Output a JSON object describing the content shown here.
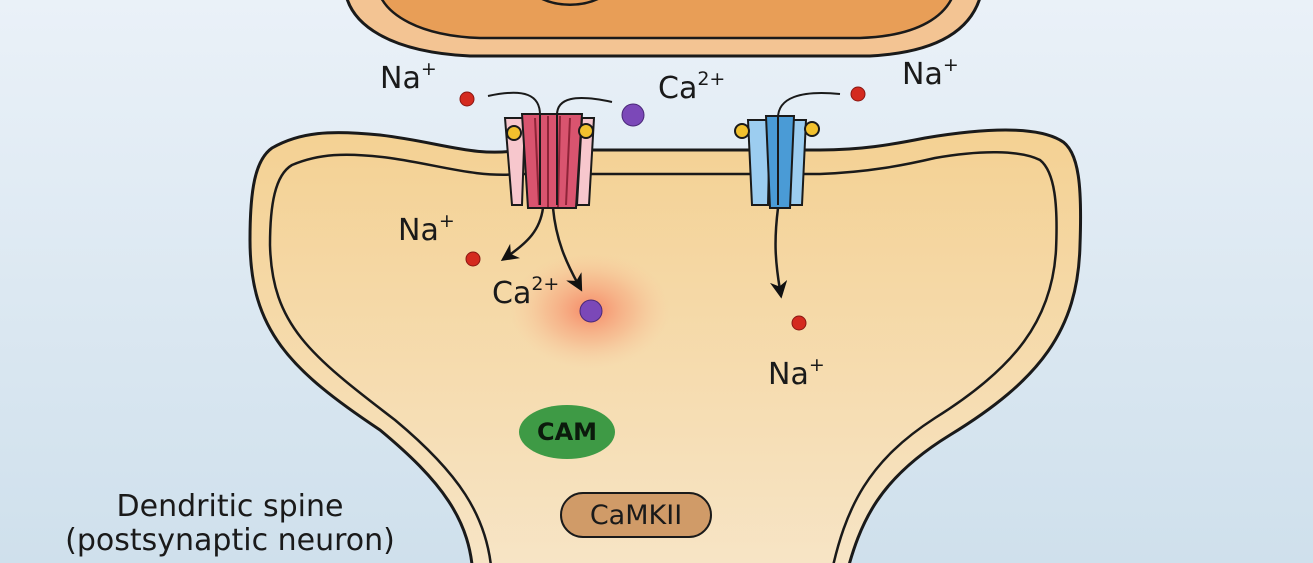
{
  "labels": {
    "na_top_left": "Na",
    "na_top_left_charge": "+",
    "ca_top": "Ca",
    "ca_top_charge": "2+",
    "na_top_right": "Na",
    "na_top_right_charge": "+",
    "na_inside_left": "Na",
    "na_inside_left_charge": "+",
    "ca_inside": "Ca",
    "ca_inside_charge": "2+",
    "na_inside_right": "Na",
    "na_inside_right_charge": "+",
    "cam": "CAM",
    "camkii": "CaMKII",
    "caption_line1": "Dendritic spine",
    "caption_line2": "(postsynaptic neuron)"
  },
  "colors": {
    "background_top": "#eaf1f8",
    "background_bottom": "#cfe0ec",
    "presynaptic_fill": "#f2b782",
    "spine_fill": "#f4d7a3",
    "sodium_ion": "#d42a1f",
    "calcium_ion": "#7b48b8",
    "nmda_channel": "#d9546f",
    "ampa_channel": "#4a9bd6",
    "ligand": "#f2c12e",
    "cam": "#3e9a45",
    "camkii": "#d09b68"
  },
  "icons": [
    "nmda-receptor-icon",
    "ampa-receptor-icon",
    "sodium-ion-icon",
    "calcium-ion-icon"
  ]
}
